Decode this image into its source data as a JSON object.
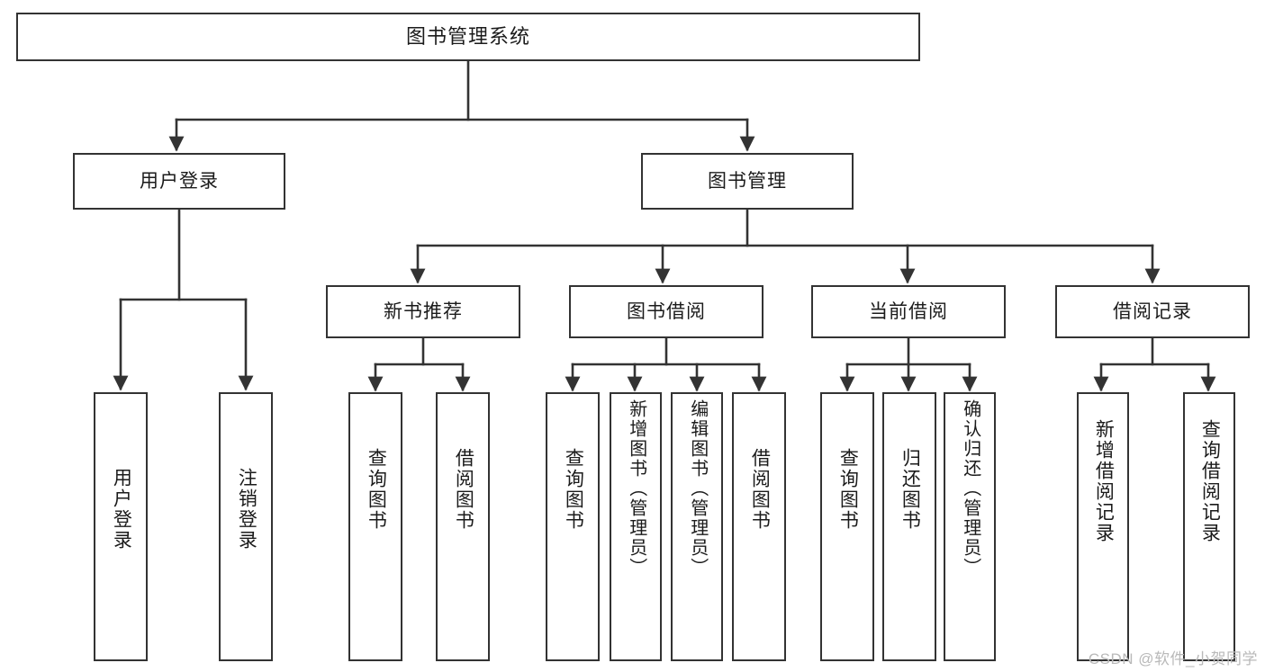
{
  "diagram": {
    "title": "图书管理系统",
    "type": "tree-diagram",
    "watermark": "CSDN @软件_小贺同学",
    "levels": {
      "root": {
        "label": "图书管理系统"
      },
      "level2": [
        {
          "id": "user-login",
          "label": "用户登录"
        },
        {
          "id": "book-management",
          "label": "图书管理"
        }
      ],
      "level3": [
        {
          "id": "new-book-recommend",
          "label": "新书推荐"
        },
        {
          "id": "book-borrow",
          "label": "图书借阅"
        },
        {
          "id": "current-borrow",
          "label": "当前借阅"
        },
        {
          "id": "borrow-record",
          "label": "借阅记录"
        }
      ],
      "leaves": [
        {
          "id": "leaf-user-login",
          "label": "用户登录",
          "parent": "user-login"
        },
        {
          "id": "leaf-logout-login",
          "label": "注销登录",
          "parent": "user-login"
        },
        {
          "id": "leaf-query-book-1",
          "label": "查询图书",
          "parent": "new-book-recommend"
        },
        {
          "id": "leaf-borrow-book-1",
          "label": "借阅图书",
          "parent": "new-book-recommend"
        },
        {
          "id": "leaf-query-book-2",
          "label": "查询图书",
          "parent": "book-borrow"
        },
        {
          "id": "leaf-add-book",
          "label": "新增图书（管理员）",
          "parent": "book-borrow"
        },
        {
          "id": "leaf-edit-book",
          "label": "编辑图书（管理员）",
          "parent": "book-borrow"
        },
        {
          "id": "leaf-borrow-book-2",
          "label": "借阅图书",
          "parent": "book-borrow"
        },
        {
          "id": "leaf-query-book-3",
          "label": "查询图书",
          "parent": "current-borrow"
        },
        {
          "id": "leaf-return-book",
          "label": "归还图书",
          "parent": "current-borrow"
        },
        {
          "id": "leaf-confirm-return",
          "label": "确认归还（管理员）",
          "parent": "current-borrow"
        },
        {
          "id": "leaf-add-record",
          "label": "新增借阅记录",
          "parent": "borrow-record"
        },
        {
          "id": "leaf-query-record",
          "label": "查询借阅记录",
          "parent": "borrow-record"
        }
      ]
    },
    "colors": {
      "stroke": "#333333",
      "box_fill": "#ffffff",
      "text": "#1b1b1b",
      "watermark": "#b9b9b9"
    }
  }
}
